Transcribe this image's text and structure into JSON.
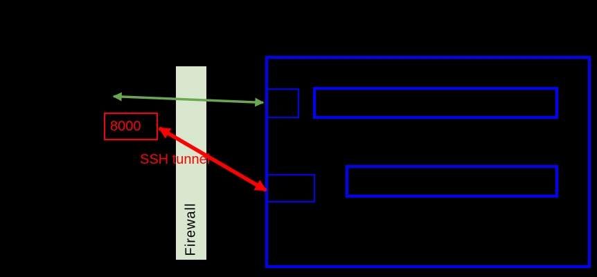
{
  "labels": {
    "local_port": "8000",
    "ssh_tunnel": "SSH tunnel",
    "firewall": "Firewall"
  },
  "colors": {
    "background": "#000000",
    "box_blue": "#0000ff",
    "red": "#ff0000",
    "arrow_green": "#6aa84f",
    "firewall_fill": "#d9e7cf",
    "firewall_text": "#000000"
  }
}
